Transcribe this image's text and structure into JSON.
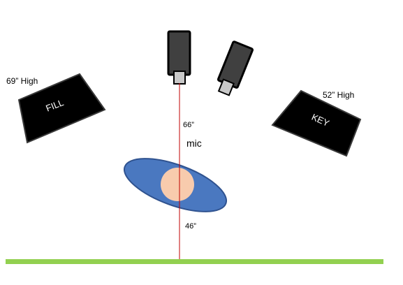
{
  "lights": {
    "fill": {
      "label": "FILL",
      "height_label": "69”  High",
      "color": "#000000"
    },
    "key": {
      "label": "KEY",
      "height_label": "52” High",
      "color": "#000000"
    }
  },
  "measurements": {
    "upper": "66”",
    "lower": "46”",
    "line_color": "#c00000"
  },
  "mic": {
    "label": "mic"
  },
  "subject": {
    "body_color": "#4a78c0",
    "body_stroke": "#2f528f",
    "head_color": "#f8cbad"
  },
  "cameras": {
    "body_color": "#404040",
    "lens_color": "#c8c8c8"
  },
  "floor": {
    "color": "#92d050"
  }
}
